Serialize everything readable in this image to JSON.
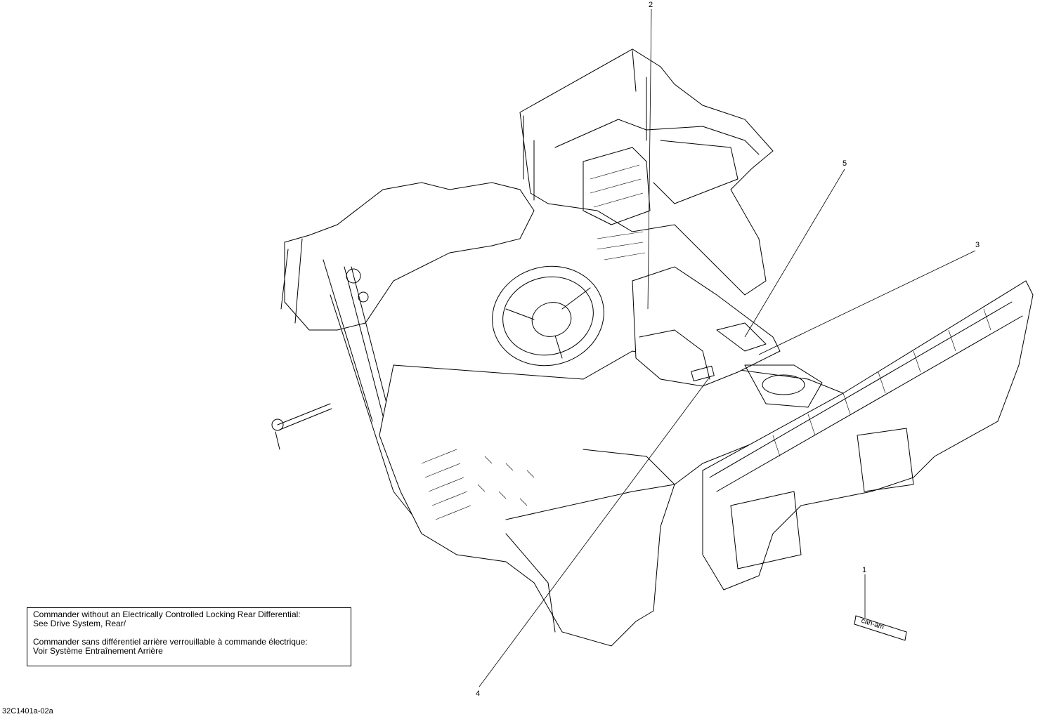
{
  "callouts": [
    {
      "number": "1"
    },
    {
      "number": "2"
    },
    {
      "number": "3"
    },
    {
      "number": "4"
    },
    {
      "number": "5"
    }
  ],
  "note": {
    "en_line1": "Commander without an Electrically Controlled Locking Rear Differential:",
    "en_line2": "See Drive System, Rear/",
    "fr_line1": "Commander sans différentiel arrière verrouillable à commande électrique:",
    "fr_line2": "Voir Système Entraînement Arrière"
  },
  "reference_code": "32C1401a-02a",
  "decal_text": "can-am"
}
